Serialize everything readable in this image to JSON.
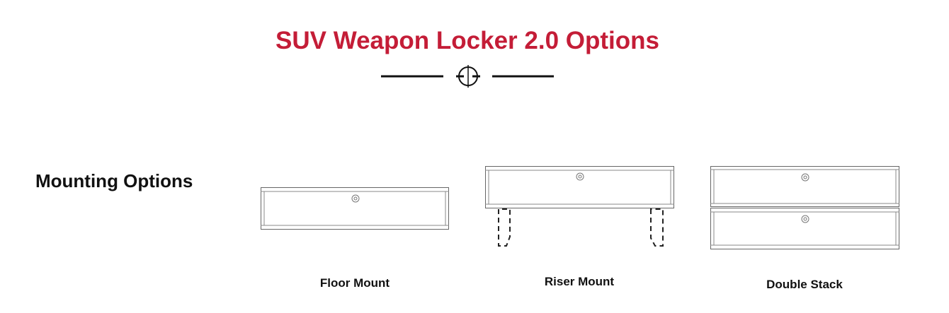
{
  "header": {
    "title": "SUV Weapon Locker 2.0 Options",
    "divider_icon": "crosshair-icon"
  },
  "section": {
    "title": "Mounting Options"
  },
  "options": [
    {
      "label": "Floor Mount"
    },
    {
      "label": "Riser Mount"
    },
    {
      "label": "Double Stack"
    }
  ],
  "colors": {
    "accent": "#c41d37",
    "text": "#111111",
    "line": "#555555"
  }
}
